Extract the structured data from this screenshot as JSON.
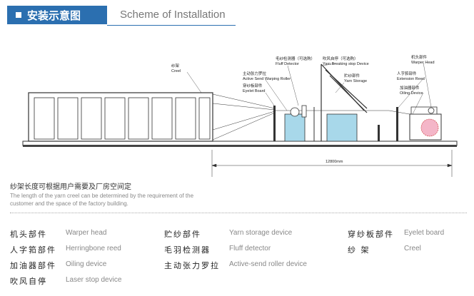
{
  "header": {
    "tab_title": "安装示意图",
    "subtitle": "Scheme of Installation"
  },
  "diagram": {
    "labels": {
      "creel_cn": "纱架",
      "creel_en": "Creel",
      "fluff_cn": "毛纱检测器（可选购）",
      "fluff_en": "Fluff Detector",
      "active_cn": "主动张力罗拉",
      "active_en": "Active Send Warping Roller",
      "eyelet_cn": "穿纱板部件",
      "eyelet_en": "Eyelet Board",
      "laser_cn": "吹风自停（可选购）",
      "laser_en": "Yarn Breaking stop Device",
      "storage_cn": "贮纱部件",
      "storage_en": "Yarn Storage",
      "head_cn": "机头部件",
      "head_en": "Warper Head",
      "reed_cn": "人字筘部件",
      "reed_en": "Extension Reed",
      "oil_cn": "加油器部件",
      "oil_en": "Oiling Device",
      "dimension": "12800mm"
    }
  },
  "note": {
    "cn": "纱架长度可根据用户需要及厂房空间定",
    "en": "The length of the yarn creel can be determined by the requirement of the customer and the space of the factory building."
  },
  "legend": [
    {
      "cn": "机头部件",
      "en": "Warper head"
    },
    {
      "cn": "贮纱部件",
      "en": "Yarn storage device"
    },
    {
      "cn": "穿纱板部件",
      "en": "Eyelet board"
    },
    {
      "cn": "人字筘部件",
      "en": "Herringbone reed"
    },
    {
      "cn": "毛羽检测器",
      "en": "Fluff detector"
    },
    {
      "cn": "纱  架",
      "en": "Creel"
    },
    {
      "cn": "加油器部件",
      "en": "Oiling device"
    },
    {
      "cn": "主动张力罗拉",
      "en": "Active-send roller device"
    },
    {
      "cn": "吹风自停",
      "en": "Laser stop device"
    }
  ],
  "colors": {
    "accent": "#2b6fb0",
    "machine": "#a8d8ea",
    "highlight": "#f4b6c8"
  }
}
